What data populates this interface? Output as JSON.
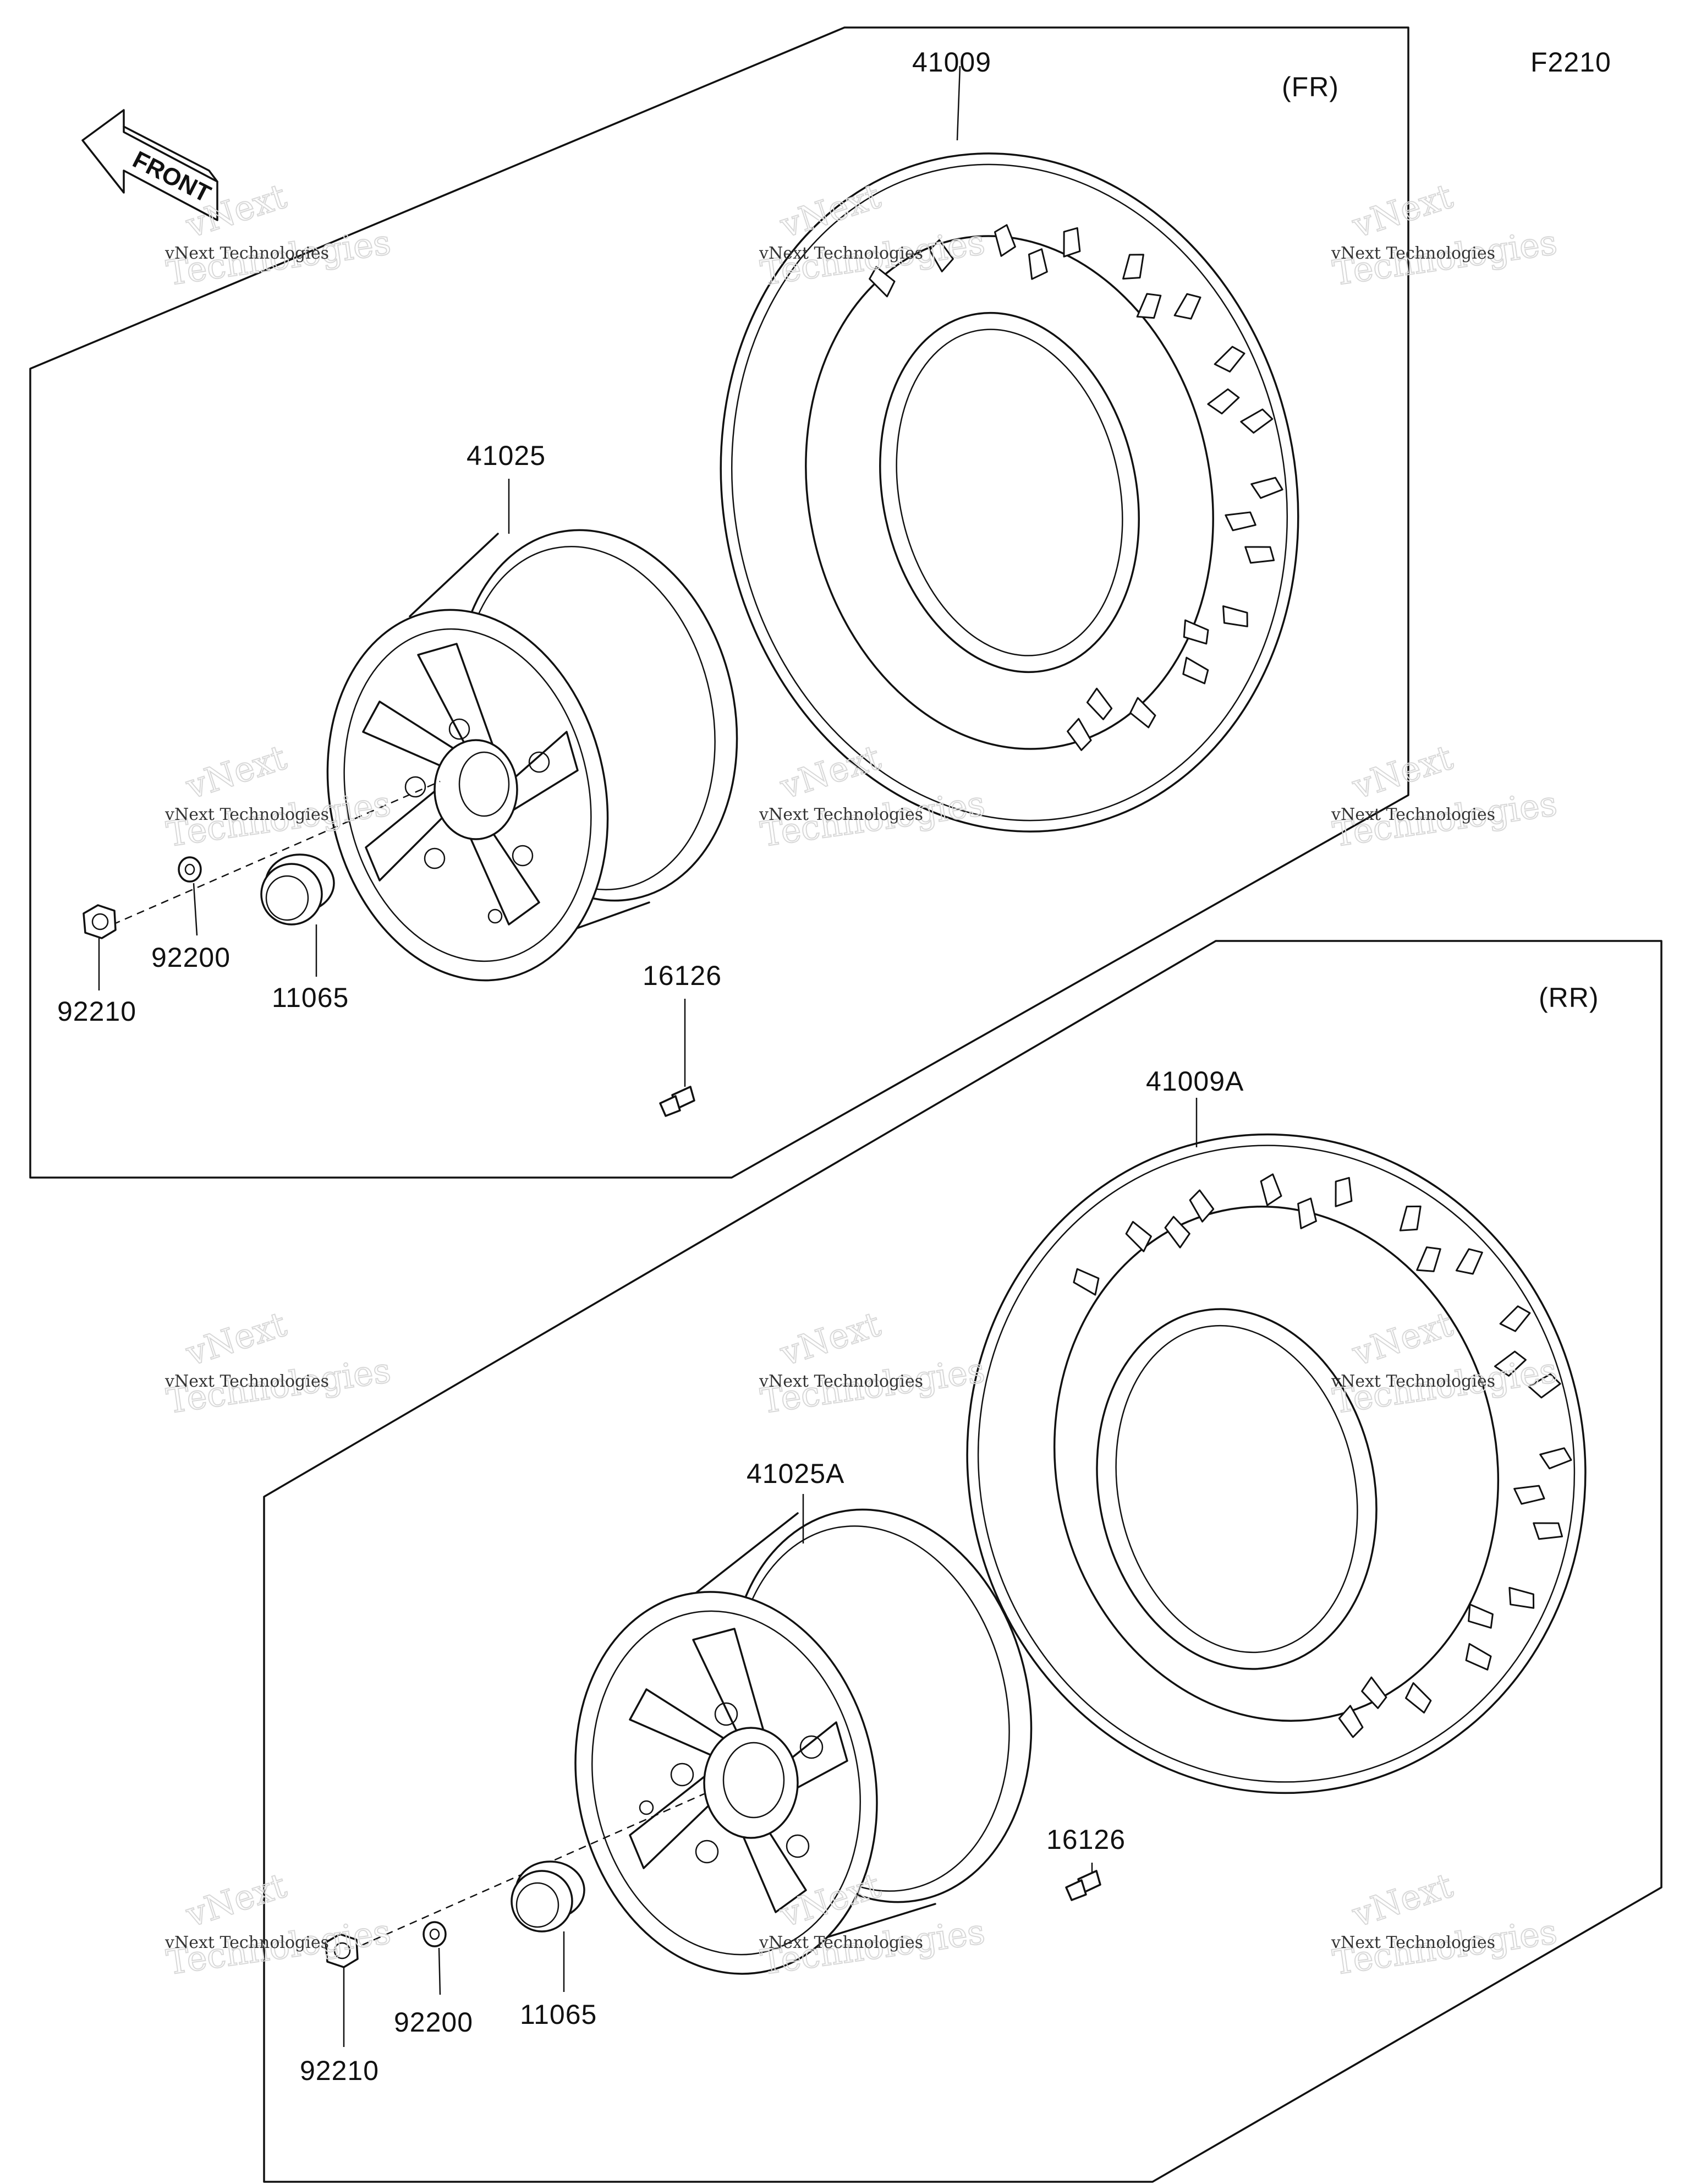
{
  "figure_code": "F2210",
  "front_arrow_label": "FRONT",
  "groups": {
    "front": {
      "label": "(FR)"
    },
    "rear": {
      "label": "(RR)"
    }
  },
  "parts": {
    "fr_tire": "41009",
    "fr_wheel": "41025",
    "fr_washer": "92200",
    "fr_nut": "92210",
    "fr_cap": "11065",
    "fr_valve": "16126",
    "rr_tire": "41009A",
    "rr_wheel": "41025A",
    "rr_washer": "92200",
    "rr_nut": "92210",
    "rr_cap": "11065",
    "rr_valve": "16126"
  },
  "watermark": {
    "line1": "vNext Technologies",
    "line2": "vNext",
    "line3": "Technologies"
  },
  "colors": {
    "ink": "#111111",
    "watermark": "#d8d8d8"
  }
}
